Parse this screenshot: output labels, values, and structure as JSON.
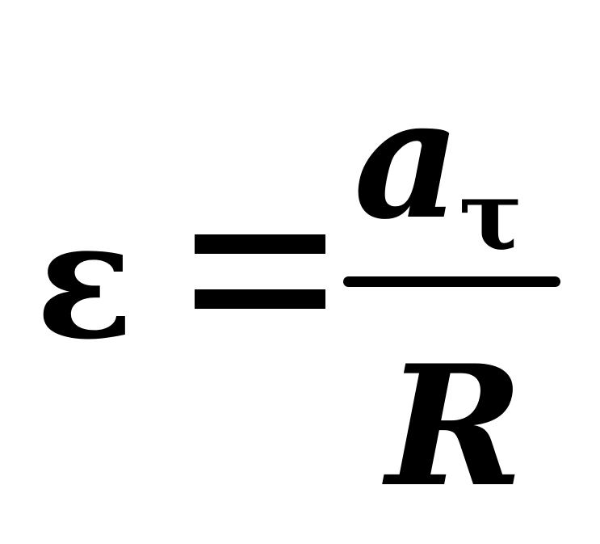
{
  "formula": {
    "lhs": "ε",
    "operator": "=",
    "numerator": {
      "base": "a",
      "subscript": "τ"
    },
    "denominator": "R"
  }
}
